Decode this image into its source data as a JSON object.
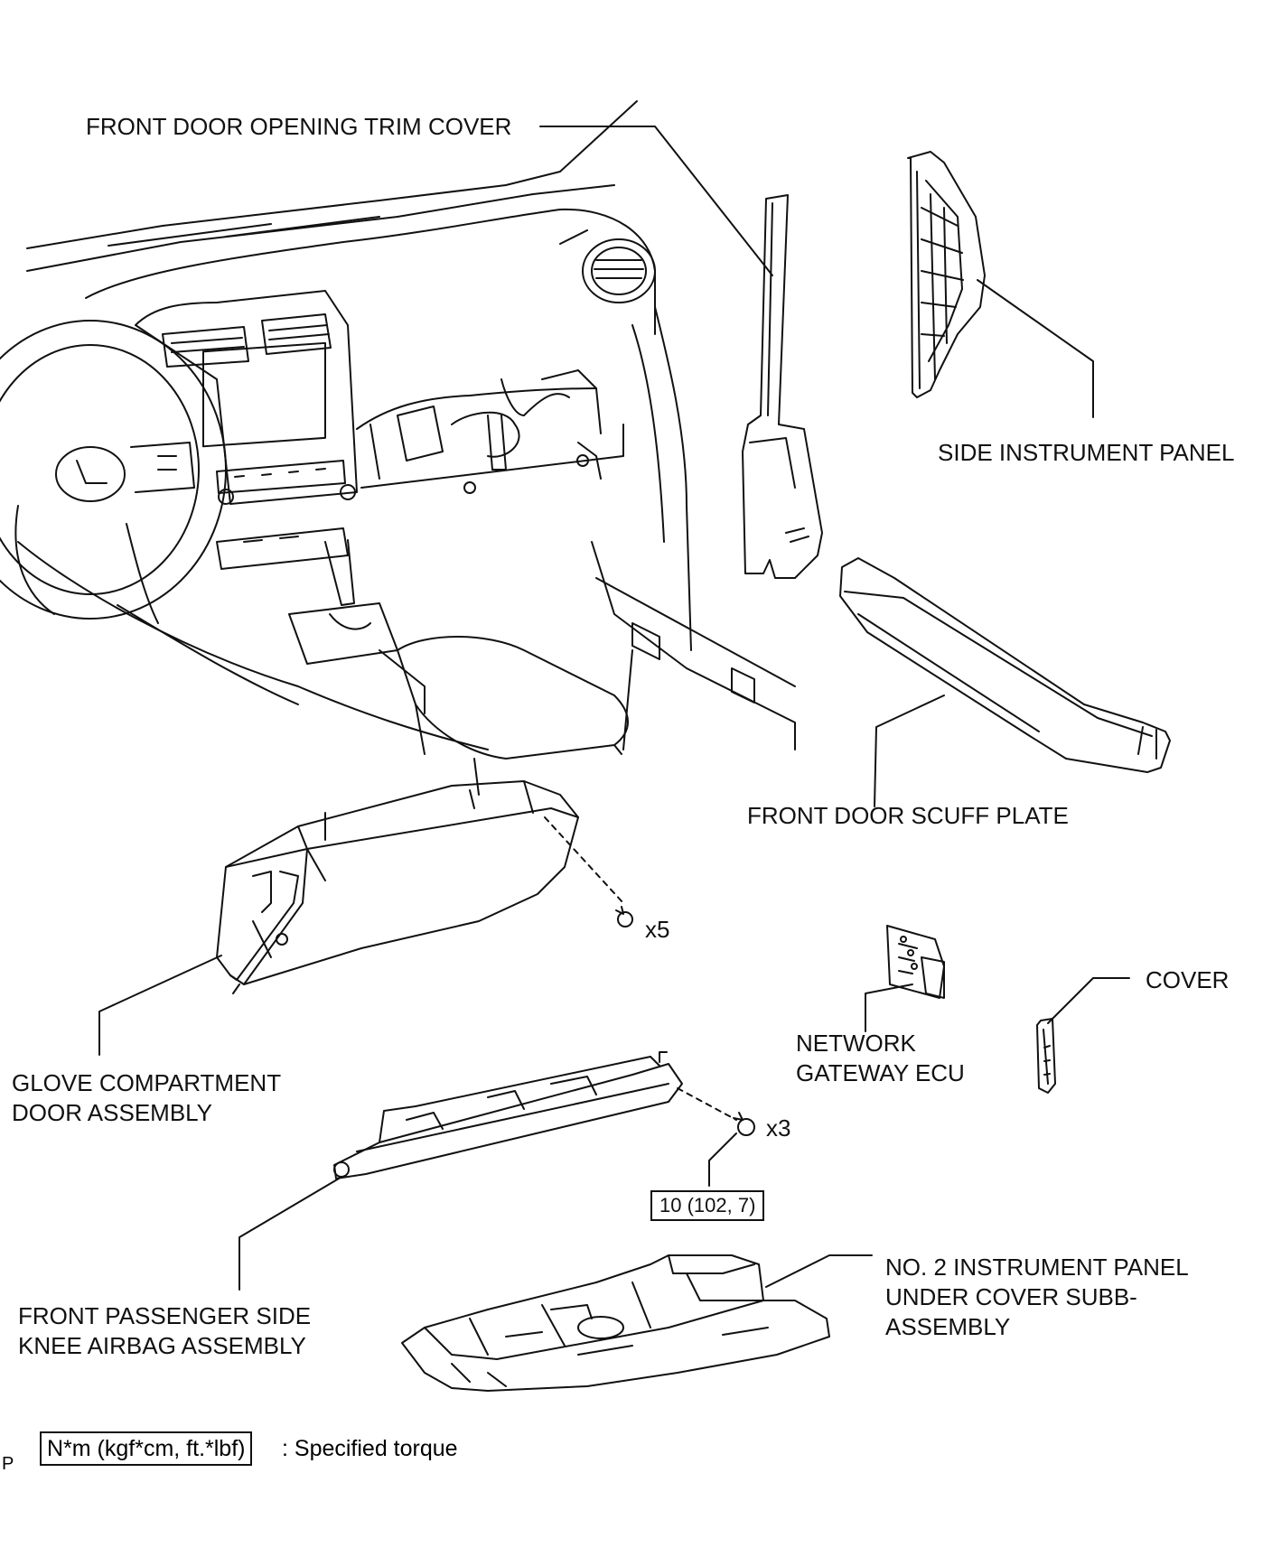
{
  "labels": {
    "front_door_opening_trim_cover": "FRONT DOOR OPENING TRIM COVER",
    "side_instrument_panel": "SIDE INSTRUMENT PANEL",
    "front_door_scuff_plate": "FRONT DOOR SCUFF PLATE",
    "glove_compartment_line1": "GLOVE COMPARTMENT",
    "glove_compartment_line2": "DOOR ASSEMBLY",
    "network_gateway_line1": "NETWORK",
    "network_gateway_line2": "GATEWAY ECU",
    "cover": "COVER",
    "knee_airbag_line1": "FRONT PASSENGER SIDE",
    "knee_airbag_line2": "KNEE AIRBAG ASSEMBLY",
    "under_cover_line1": "NO. 2 INSTRUMENT PANEL",
    "under_cover_line2": "UNDER COVER SUBB-",
    "under_cover_line3": "ASSEMBLY"
  },
  "fasteners": {
    "glove_screws_count": "x5",
    "airbag_bolts_count": "x3",
    "airbag_bolt_torque": "10 (102, 7)"
  },
  "legend": {
    "unit_box": "N*m (kgf*cm, ft.*lbf)",
    "description": ": Specified torque"
  },
  "corner_mark": "P"
}
